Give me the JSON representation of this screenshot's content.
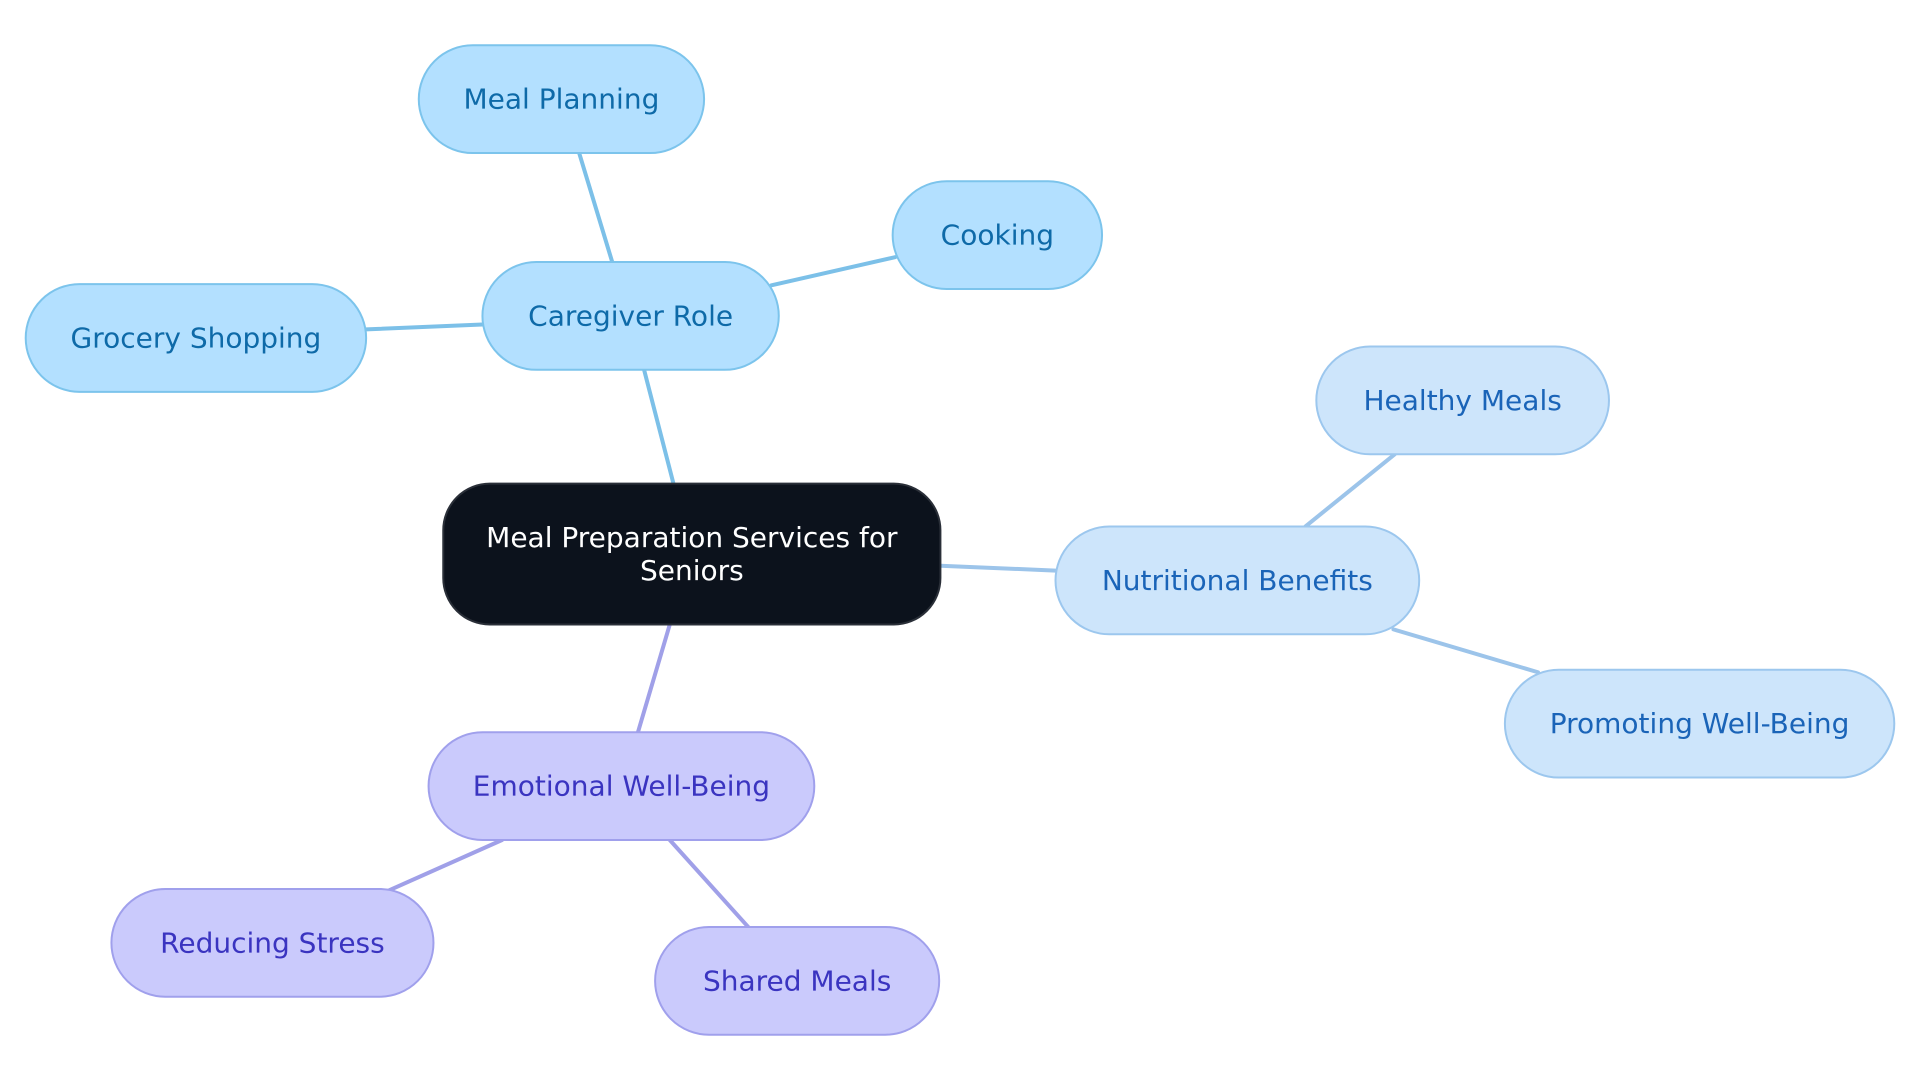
{
  "diagram": {
    "root": {
      "id": "root",
      "lines": [
        "Meal Preparation Services for",
        "Seniors"
      ]
    },
    "branches": [
      {
        "id": "caregiver-role",
        "label": "Caregiver Role",
        "color": {
          "fill": "#b3e0ff",
          "stroke": "#7cc4ec",
          "text": "#0e6aa8",
          "edge": "#7cc0e8"
        },
        "children": [
          {
            "id": "meal-planning",
            "label": "Meal Planning"
          },
          {
            "id": "cooking",
            "label": "Cooking"
          },
          {
            "id": "grocery-shopping",
            "label": "Grocery Shopping"
          }
        ]
      },
      {
        "id": "nutritional-benefits",
        "label": "Nutritional Benefits",
        "color": {
          "fill": "#cde5fb",
          "stroke": "#9cc7ee",
          "text": "#1a64b8",
          "edge": "#9cc4ea"
        },
        "children": [
          {
            "id": "healthy-meals",
            "label": "Healthy Meals"
          },
          {
            "id": "promoting-well-being",
            "label": "Promoting Well-Being"
          }
        ]
      },
      {
        "id": "emotional-well-being",
        "label": "Emotional Well-Being",
        "color": {
          "fill": "#cacafc",
          "stroke": "#a0a0ec",
          "text": "#3a34c0",
          "edge": "#a0a0e8"
        },
        "children": [
          {
            "id": "reducing-stress",
            "label": "Reducing Stress"
          },
          {
            "id": "shared-meals",
            "label": "Shared Meals"
          }
        ]
      }
    ],
    "root_color": {
      "fill": "#0c121c",
      "stroke": "#2a2f38",
      "text": "#ffffff"
    }
  }
}
